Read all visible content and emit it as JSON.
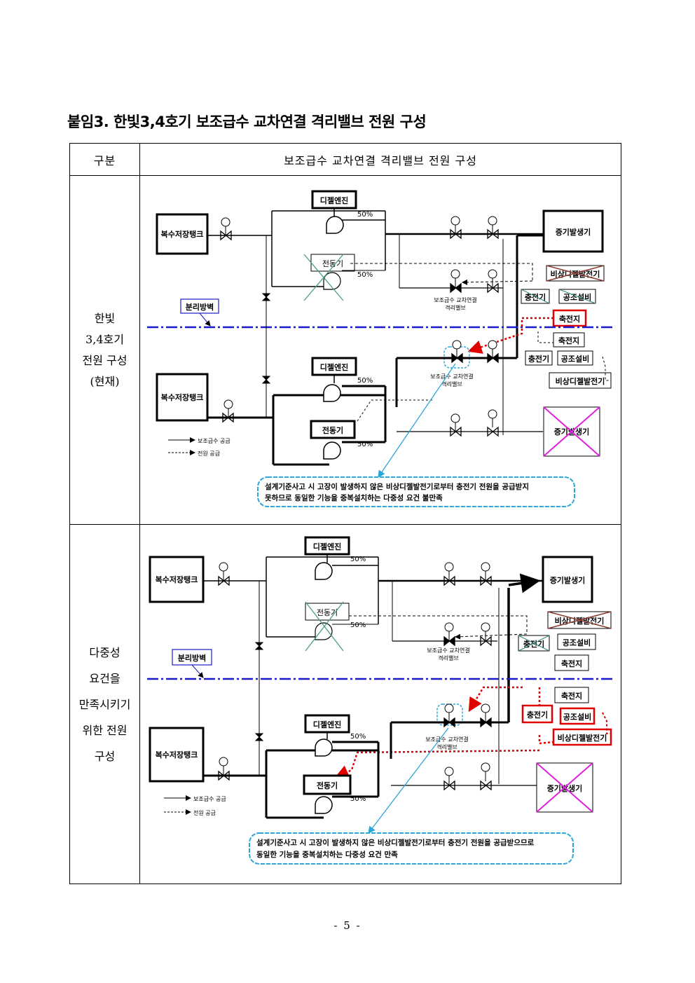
{
  "title": "붙임3. 한빛3,4호기 보조급수 교차연결 격리밸브 전원 구성",
  "table": {
    "header_left": "구분",
    "header_right": "보조급수 교차연결 격리밸브 전원 구성",
    "row1_label": [
      "한빛",
      "3,4호기",
      "전원 구성",
      "(현재)"
    ],
    "row2_label": [
      "다중성",
      "요건을",
      "만족시키기",
      "위한 전원",
      "구성"
    ]
  },
  "diagram1": {
    "tank_top": "복수저장탱크",
    "tank_bottom": "복수저장탱크",
    "diesel_engine_top": "디젤엔진",
    "diesel_engine_bottom": "디젤엔진",
    "motor_top": "전동기",
    "motor_bottom": "전동기",
    "pct_1": "50%",
    "pct_2": "50%",
    "pct_3": "50%",
    "pct_4": "50%",
    "steam_generator_top": "증기발생기",
    "steam_generator_bottom": "증기발생기",
    "emergency_dg_top": "비상디젤발전기",
    "charger_top": "충전기",
    "hvac_top": "공조설비",
    "battery_red": "축전지",
    "battery_mid": "축전지",
    "charger_bottom": "충전기",
    "hvac_bottom": "공조설비",
    "emergency_dg_bottom": "비상디젤발전기",
    "separation_wall": "분리방벽",
    "valve_label_top_1": "보조급수 교차연결",
    "valve_label_top_2": "격리밸브",
    "valve_label_bottom_1": "보조급수 교차연결",
    "valve_label_bottom_2": "격리밸브",
    "legend_feed": "보조급수 공급",
    "legend_power": "전원 공급",
    "cloud_line1": "설계기준사고  시 고장이 발생하지 않은  비상디젤발전기로부터 충전기 전원을 공급받지",
    "cloud_line2": "못하므로 동일한 기능을 중복설치하는 다중성 요건 불만족"
  },
  "diagram2": {
    "tank_top": "복수저장탱크",
    "tank_bottom": "복수저장탱크",
    "diesel_engine_top": "디젤엔진",
    "diesel_engine_bottom": "디젤엔진",
    "motor_top": "전동기",
    "motor_bottom": "전동기",
    "pct_1": "50%",
    "pct_2": "50%",
    "pct_3": "50%",
    "pct_4": "50%",
    "steam_generator_top": "증기발생기",
    "steam_generator_bottom": "증기발생기",
    "emergency_dg_top": "비상디젤발전기",
    "charger_top": "충전기",
    "hvac_top": "공조설비",
    "battery_top": "축전지",
    "battery_mid": "축전지",
    "charger_red": "충전기",
    "hvac_red": "공조설비",
    "emergency_dg_red": "비상디젤발전기",
    "separation_wall": "분리방벽",
    "valve_label_top_1": "보조급수 교차연결",
    "valve_label_top_2": "격리밸브",
    "valve_label_bottom_1": "보조급수 교차연결",
    "valve_label_bottom_2": "격리밸브",
    "legend_feed": "보조급수 공급",
    "legend_power": "전원 공급",
    "cloud_line1": "설계기준사고  시 고장이 발생하지 않은  비상디젤발전기로부터 충전기 전원을 공급받으므로",
    "cloud_line2": "동일한 기능을 중복설치하는 다중성 요건 만족"
  },
  "page_number": "- 5 -"
}
